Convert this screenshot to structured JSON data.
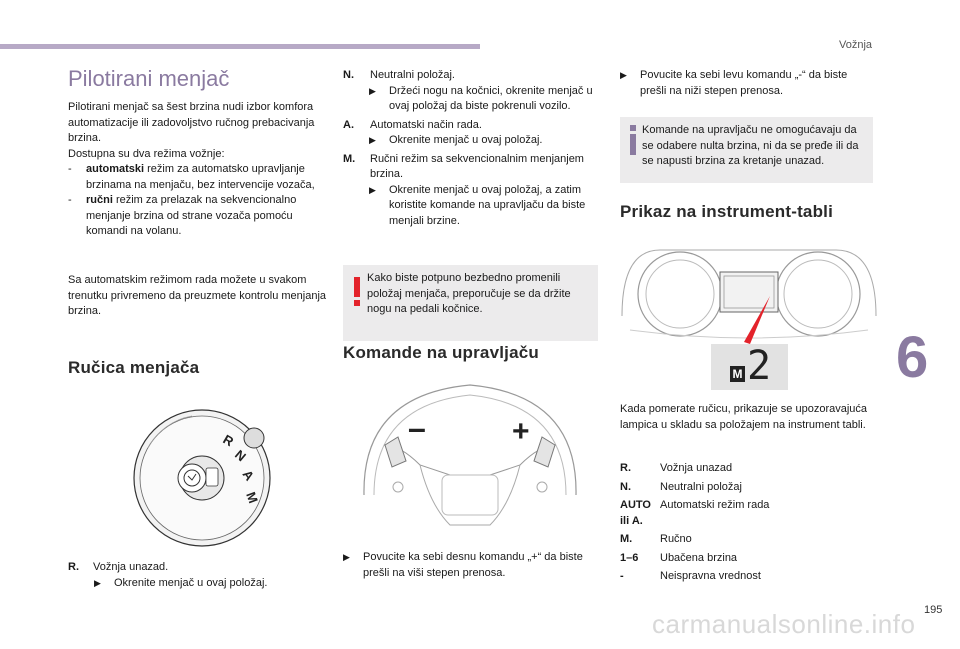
{
  "header": {
    "section": "Vožnja"
  },
  "left": {
    "title": "Pilotirani menjač",
    "intro": "Pilotirani menjač sa šest brzina nudi izbor komfora automatizacije ili zadovoljstvo ručnog prebacivanja brzina.",
    "modes_intro": "Dostupna su dva režima vožnje:",
    "modes": [
      {
        "dash": "-",
        "bold": "automatski",
        "text": " režim za automatsko upravljanje brzinama na menjaču, bez intervencije vozača,"
      },
      {
        "dash": "-",
        "bold": "ručni",
        "text": " režim za prelazak na sekvencionalno menjanje brzina od strane vozača pomoću komandi na volanu."
      }
    ],
    "auto_note": "Sa automatskim režimom rada možete u svakom trenutku privremeno da preuzmete kontrolu menjanja brzina.",
    "lever_title": "Ručica menjača",
    "lever_labels": [
      "R",
      "N",
      "A",
      "M"
    ],
    "r_entry": {
      "key": "R.",
      "text": "Vožnja unazad.",
      "step": "Okrenite menjač u ovaj položaj."
    }
  },
  "middle": {
    "entries": [
      {
        "key": "N.",
        "text": "Neutralni položaj.",
        "steps": [
          "Držeći nogu na kočnici, okrenite menjač u ovaj položaj da biste pokrenuli vozilo."
        ]
      },
      {
        "key": "A.",
        "text": "Automatski način rada.",
        "steps": [
          "Okrenite menjač u ovaj položaj."
        ]
      },
      {
        "key": "M.",
        "text": "Ručni režim sa sekvencionalnim menjanjem brzina.",
        "steps": [
          "Okrenite menjač u ovaj položaj, a zatim koristite komande na upravljaču da biste menjali brzine."
        ]
      }
    ],
    "warning": "Kako biste potpuno bezbedno promenili položaj menjača, preporučuje se da držite nogu na pedali kočnice.",
    "controls_title": "Komande na upravljaču",
    "wheel_minus": "–",
    "wheel_plus": "+",
    "plus_step": "Povucite ka sebi desnu komandu „+“ da biste prešli na viši stepen prenosa."
  },
  "right": {
    "minus_step": "Povucite ka sebi levu komandu „-“ da biste prešli na niži stepen prenosa.",
    "info": "Komande na upravljaču ne omogućavaju da se odabere nulta brzina, ni da se pređe ili da se napusti brzina za kretanje unazad.",
    "display_title": "Prikaz na instrument-tabli",
    "display_mode": "M",
    "display_gear": "2",
    "display_desc": "Kada pomerate ručicu, prikazuje se upozoravajuća lampica u skladu sa položajem na instrument tabli.",
    "table": [
      {
        "key": "R.",
        "value": "Vožnja unazad"
      },
      {
        "key": "N.",
        "value": "Neutralni položaj"
      },
      {
        "key": "AUTO ili A.",
        "value": "Automatski režim rada"
      },
      {
        "key": "M.",
        "value": "Ručno"
      },
      {
        "key": "1–6",
        "value": "Ubačena brzina"
      },
      {
        "key": "-",
        "value": "Neispravna vrednost"
      }
    ]
  },
  "footer": {
    "chapter": "6",
    "page": "195",
    "watermark": "carmanualsonline.info"
  },
  "colors": {
    "accent": "#8a7aa0",
    "warning_red": "#e3232b",
    "info_purple": "#8a7aa0",
    "note_bg": "#ecebec"
  },
  "icons": [
    "warning-icon",
    "info-icon",
    "arrow-bullet-icon"
  ]
}
